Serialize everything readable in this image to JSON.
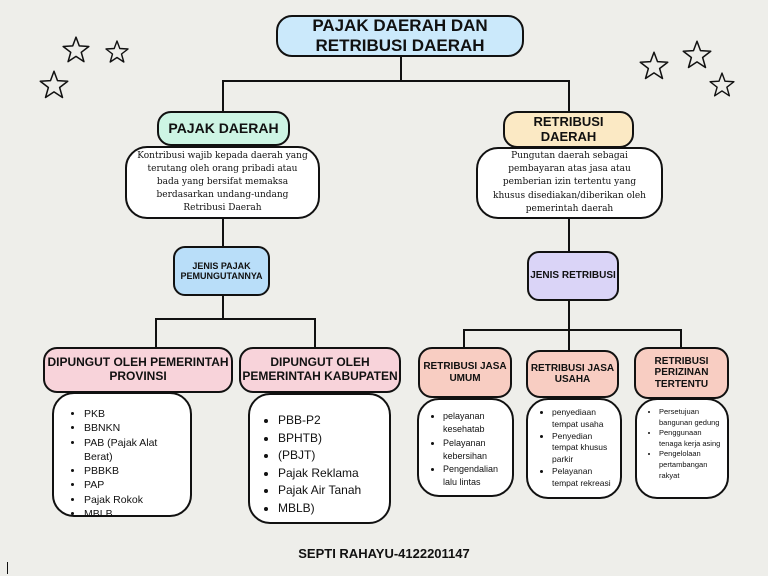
{
  "title": "PAJAK DAERAH DAN\nRETRIBUSI DAERAH",
  "left": {
    "heading": "PAJAK DAERAH",
    "description": "Kontribusi wajib kepada daerah yang terutang oleh orang pribadi atau bada yang bersifat memaksa berdasarkan undang-undang Retribusi Daerah",
    "sub_heading": "JENIS PAJAK PEMUNGUTANNYA",
    "branches": [
      {
        "heading": "DIPUNGUT OLEH PEMERINTAH PROVINSI",
        "items": [
          "PKB",
          "BBNKN",
          "PAB (Pajak Alat Berat)",
          "PBBKB",
          "PAP",
          "Pajak Rokok",
          "MBLB"
        ]
      },
      {
        "heading": "DIPUNGUT OLEH PEMERINTAH KABUPATEN",
        "items": [
          "PBB-P2",
          "BPHTB)",
          "(PBJT)",
          "Pajak Reklama",
          "Pajak Air Tanah",
          "MBLB)"
        ]
      }
    ]
  },
  "right": {
    "heading": "RETRIBUSI DAERAH",
    "description": "Pungutan daerah sebagai pembayaran atas jasa atau pemberian izin tertentu yang khusus disediakan/diberikan oleh pemerintah daerah",
    "sub_heading": "JENIS RETRIBUSI",
    "branches": [
      {
        "heading": "RETRIBUSI JASA UMUM",
        "items": [
          "pelayanan kesehatab",
          "Pelayanan kebersihan",
          "Pengendalian lalu lintas"
        ]
      },
      {
        "heading": "RETRIBUSI JASA USAHA",
        "items": [
          "penyediaan tempat usaha",
          "Penyedian tempat khusus parkir",
          "Pelayanan tempat rekreasi"
        ]
      },
      {
        "heading": "RETRIBUSI PERIZINAN TERTENTU",
        "items": [
          "Persetujuan bangunan gedung",
          "Penggunaan tenaga kerja asing",
          "Pengelolaan pertambangan rakyat"
        ]
      }
    ]
  },
  "footer": "SEPTI RAHAYU-4122201147",
  "colors": {
    "background": "#eeeeea",
    "title": "#cbe9fb",
    "pajak_daerah": "#cdf5e4",
    "retribusi_daerah": "#fbe9c4",
    "jenis_pajak": "#b9def9",
    "jenis_retribusi": "#dad4f7",
    "dipungut": "#f8d3da",
    "retribusi_types": "#f8cdc2"
  }
}
